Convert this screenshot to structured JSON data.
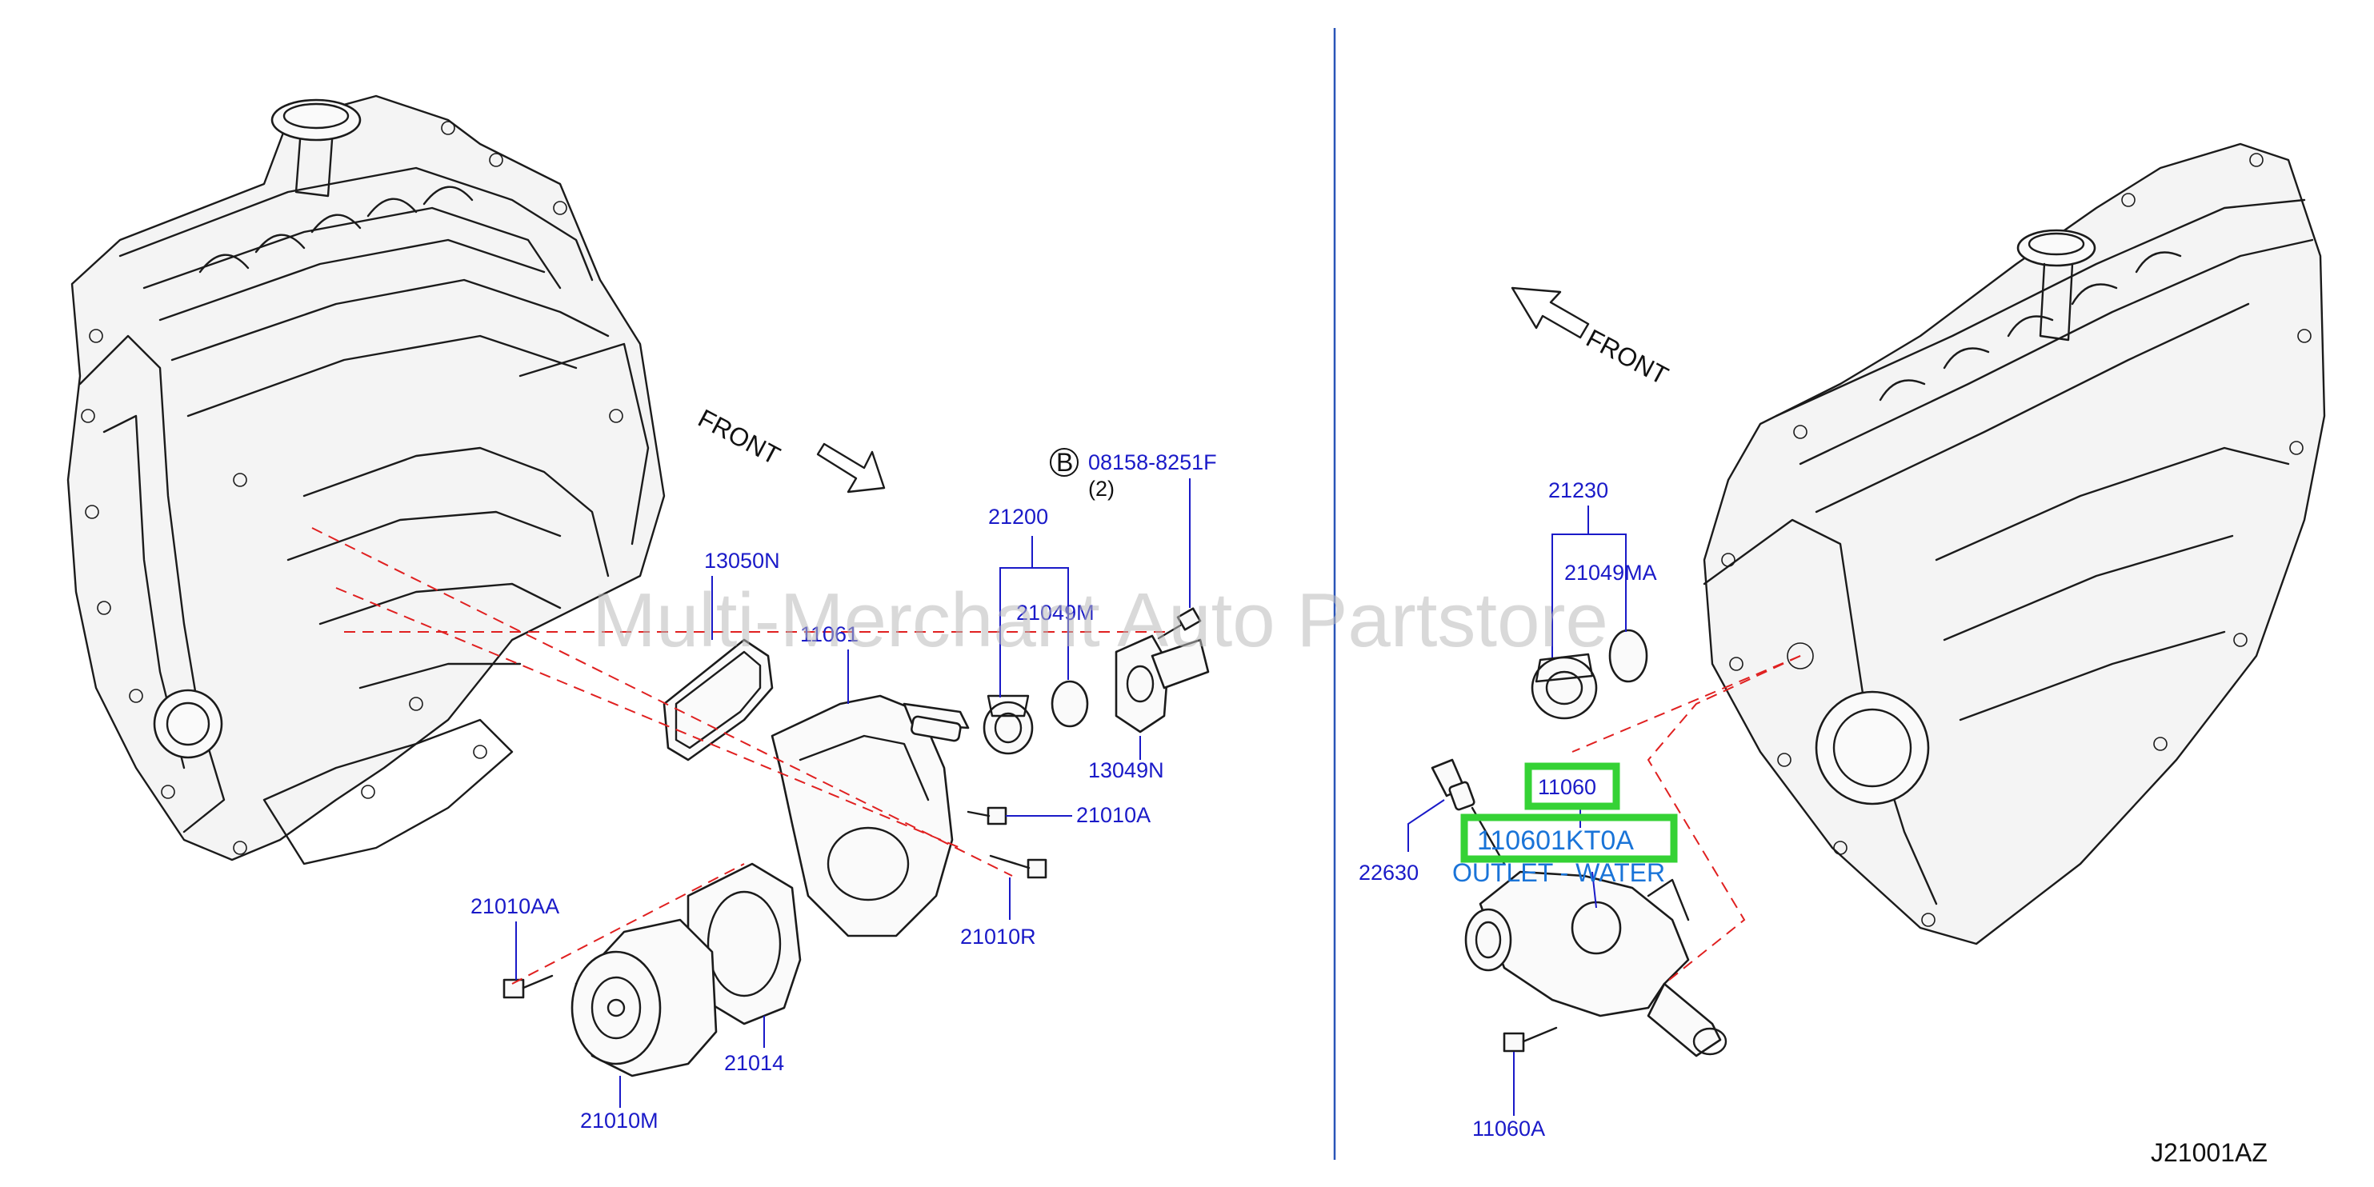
{
  "watermark": "Multi-Merchant Auto Partstore",
  "diagram_code": "J21001AZ",
  "front_left": "FRONT",
  "front_right": "FRONT",
  "bolt_marker": "B",
  "highlight_part": "11060",
  "highlight_number": "110601KT0A",
  "highlight_name": "OUTLET - WATER",
  "labels": {
    "p08158": "08158-8251F",
    "p08158_qty": "(2)",
    "p21200": "21200",
    "p21049M": "21049M",
    "p13050N": "13050N",
    "p11061": "11061",
    "p13049N": "13049N",
    "p21010A": "21010A",
    "p21010R": "21010R",
    "p21010AA": "21010AA",
    "p21014": "21014",
    "p21010M": "21010M",
    "p21230": "21230",
    "p21049MA": "21049MA",
    "p22630": "22630",
    "p11060A": "11060A"
  },
  "colors": {
    "label_blue": "#1a1ac8",
    "highlight_green": "#35d235",
    "highlight_text": "#1a74d8",
    "dash_red": "#e02020"
  }
}
